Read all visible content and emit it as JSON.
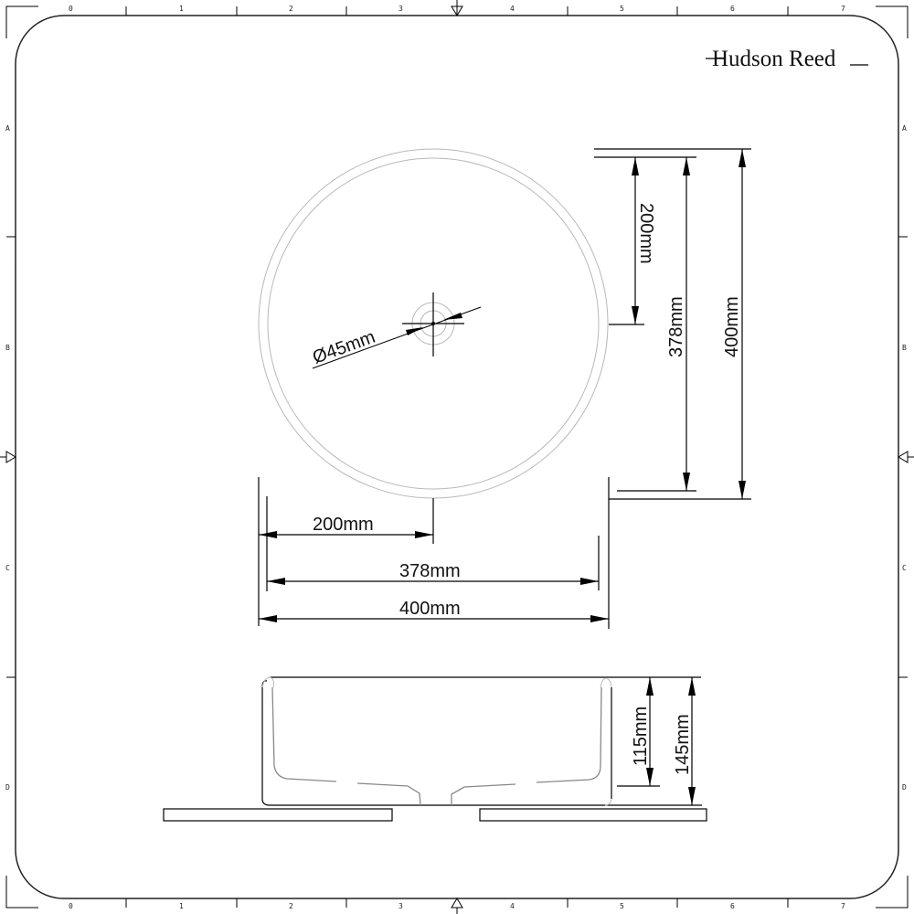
{
  "brand": {
    "name": "Hudson Reed"
  },
  "border": {
    "column_labels": [
      "0",
      "1",
      "2",
      "3",
      "4",
      "5",
      "6",
      "7"
    ],
    "row_labels": [
      "A",
      "B",
      "C",
      "D"
    ]
  },
  "plan_view": {
    "waste_diameter_label": "Ø45mm",
    "horizontal": {
      "center_label": "200mm",
      "inner_label": "378mm",
      "outer_label": "400mm"
    },
    "vertical": {
      "center_label": "200mm",
      "inner_label": "378mm",
      "outer_label": "400mm"
    }
  },
  "side_view": {
    "inner_depth_label": "115mm",
    "overall_height_label": "145mm"
  },
  "colors": {
    "line": "#000000",
    "outline_grey": "#b8b8b8",
    "background": "#ffffff"
  }
}
